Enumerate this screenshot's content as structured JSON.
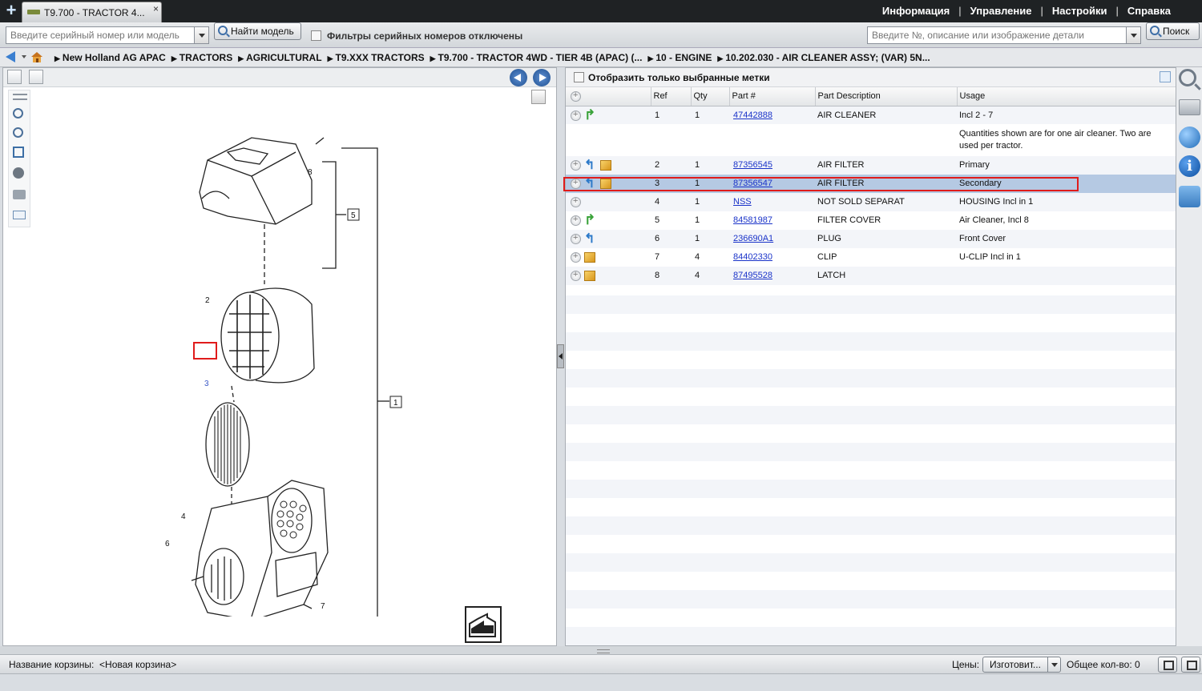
{
  "tab": {
    "title": "T9.700 - TRACTOR 4...",
    "close": "×"
  },
  "top_menu": [
    "Информация",
    "Управление",
    "Настройки",
    "Справка"
  ],
  "search": {
    "serial_placeholder": "Введите серийный номер или модель",
    "find_model_label": "Найти модель",
    "filter_label": "Фильтры серийных номеров отключены",
    "part_placeholder": "Введите №, описание или изображение детали",
    "search_label": "Поиск"
  },
  "breadcrumb": [
    "New Holland AG APAC",
    "TRACTORS",
    "AGRICULTURAL",
    "T9.XXX TRACTORS",
    "T9.700 - TRACTOR 4WD - TIER 4B (APAC) (...",
    "10 - ENGINE",
    "10.202.030 - AIR CLEANER ASSY; (VAR) 5N..."
  ],
  "diagram": {
    "callouts": [
      "8",
      "5",
      "2",
      "3",
      "1",
      "4",
      "6",
      "7"
    ]
  },
  "parts_panel": {
    "show_selected_label": "Отобразить только выбранные метки",
    "columns": {
      "ref": "Ref",
      "qty": "Qty",
      "part": "Part #",
      "desc": "Part Description",
      "usage": "Usage"
    },
    "rows": [
      {
        "ref": "1",
        "qty": "1",
        "part": "47442888",
        "desc": "AIR CLEANER",
        "usage": "Incl 2 - 7",
        "icons": [
          "green-arrow"
        ]
      },
      {
        "ref": "",
        "qty": "",
        "part": "",
        "desc": "",
        "usage": "Quantities shown are for one air cleaner. Two are used per tractor.",
        "icons": []
      },
      {
        "ref": "2",
        "qty": "1",
        "part": "87356545",
        "desc": "AIR FILTER",
        "usage": "Primary",
        "icons": [
          "blue-arrow",
          "box"
        ]
      },
      {
        "ref": "3",
        "qty": "1",
        "part": "87356547",
        "desc": "AIR FILTER",
        "usage": "Secondary",
        "icons": [
          "blue-arrow",
          "box"
        ]
      },
      {
        "ref": "4",
        "qty": "1",
        "part": "NSS",
        "desc": "NOT SOLD SEPARAT",
        "usage": "HOUSING Incl in 1",
        "icons": []
      },
      {
        "ref": "5",
        "qty": "1",
        "part": "84581987",
        "desc": "FILTER COVER",
        "usage": "Air Cleaner, Incl 8",
        "icons": [
          "green-arrow"
        ]
      },
      {
        "ref": "6",
        "qty": "1",
        "part": "236690A1",
        "desc": "PLUG",
        "usage": "Front Cover",
        "icons": [
          "blue-arrow"
        ]
      },
      {
        "ref": "7",
        "qty": "4",
        "part": "84402330",
        "desc": "CLIP",
        "usage": "U-CLIP Incl in 1",
        "icons": [
          "box"
        ]
      },
      {
        "ref": "8",
        "qty": "4",
        "part": "87495528",
        "desc": "LATCH",
        "usage": "",
        "icons": [
          "box"
        ]
      }
    ]
  },
  "status": {
    "basket_label": "Название корзины:",
    "basket_name": "<Новая корзина>",
    "prices_label": "Цены:",
    "prices_value": "Изготовит...",
    "total_label": "Общее кол-во: 0"
  },
  "colors": {
    "topbar": "#1f2224",
    "highlight": "#e01b1b",
    "link": "#1a33c9",
    "selected_row": "#b5c9e3"
  }
}
